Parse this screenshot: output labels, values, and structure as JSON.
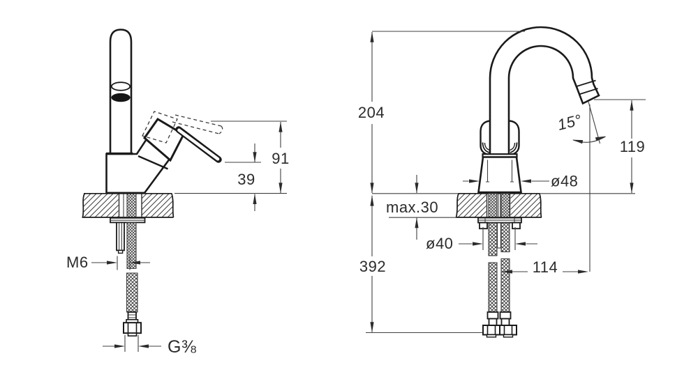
{
  "drawing": {
    "subject": "basin mixer faucet installation dimensions, side and front views",
    "side_view": {
      "dim_handle_height": "91",
      "dim_spout_height": "39",
      "label_fixing_stud": "M6",
      "label_hose_thread": "G⅜"
    },
    "front_view": {
      "dim_total_height": "204",
      "dim_max_deck_thickness": "max.30",
      "dim_under_deck_length": "392",
      "dim_body_diameter": "ø48",
      "dim_flange_diameter": "ø40",
      "dim_spout_reach": "114",
      "dim_outlet_height": "119",
      "dim_outlet_angle": "15°"
    },
    "colors": {
      "line": "#1a1a1a",
      "dim_line": "#3f3f3f",
      "text": "#2b2b2b",
      "background": "#ffffff"
    }
  }
}
